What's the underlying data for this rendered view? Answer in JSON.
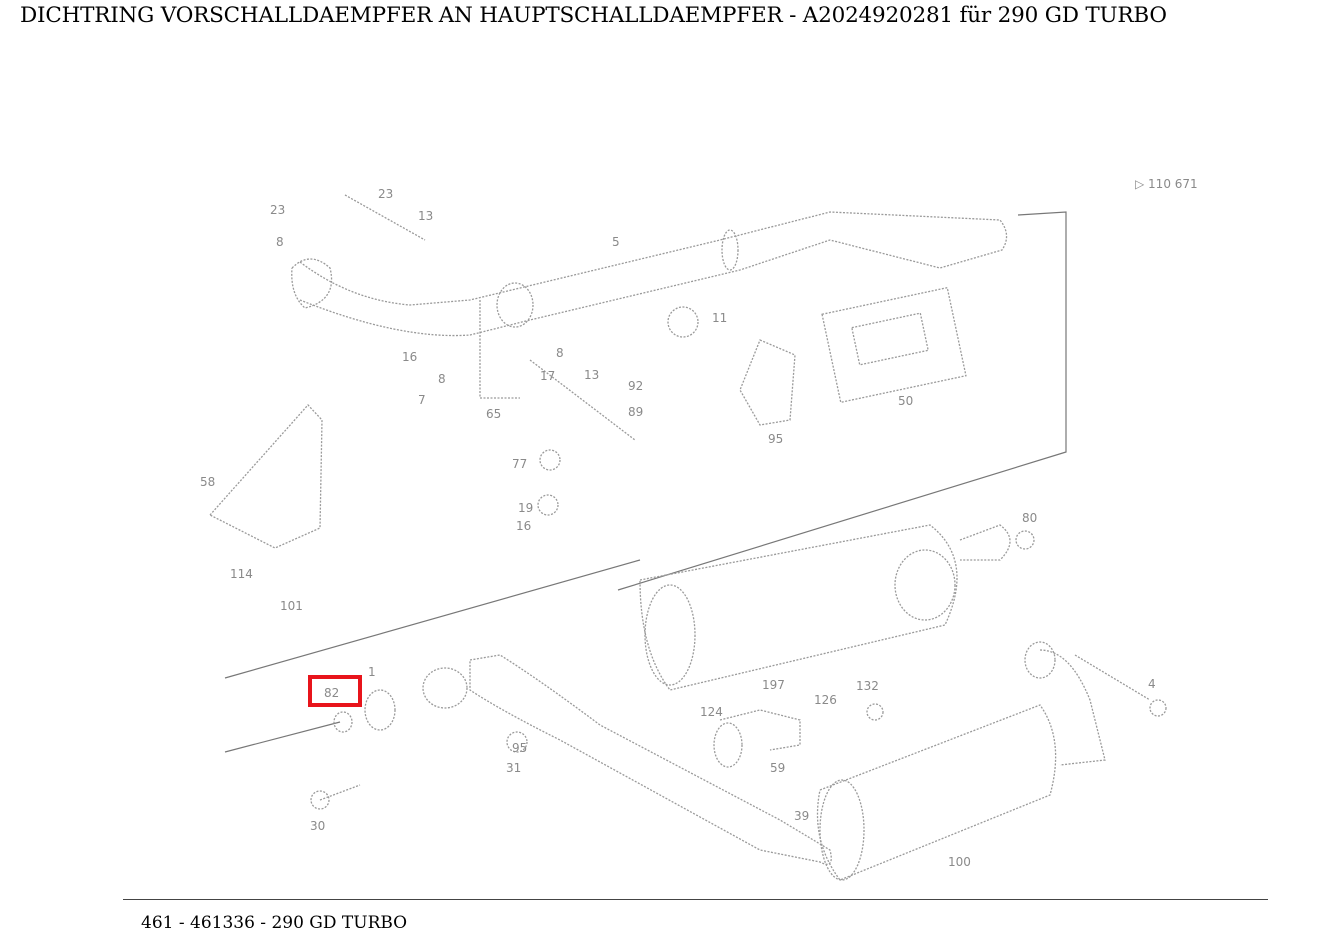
{
  "title": "DICHTRING VORSCHALLDAEMPFER AN HAUPTSCHALLDAEMPFER - A2024920281 für 290 GD TURBO",
  "footer": "461 - 461336 - 290 GD TURBO",
  "highlight_color": "#e8141b",
  "diagram": {
    "reference_code": "▷ 110 671",
    "callouts": [
      "23",
      "13",
      "23",
      "8",
      "5",
      "7",
      "8",
      "16",
      "11",
      "92",
      "89",
      "8",
      "13",
      "17",
      "95",
      "50",
      "65",
      "77",
      "19",
      "16",
      "58",
      "114",
      "101",
      "80",
      "82",
      "1",
      "100",
      "31",
      "197",
      "126",
      "132",
      "124",
      "59",
      "30",
      "39",
      "4",
      "95"
    ],
    "highlighted_callout": "82"
  }
}
